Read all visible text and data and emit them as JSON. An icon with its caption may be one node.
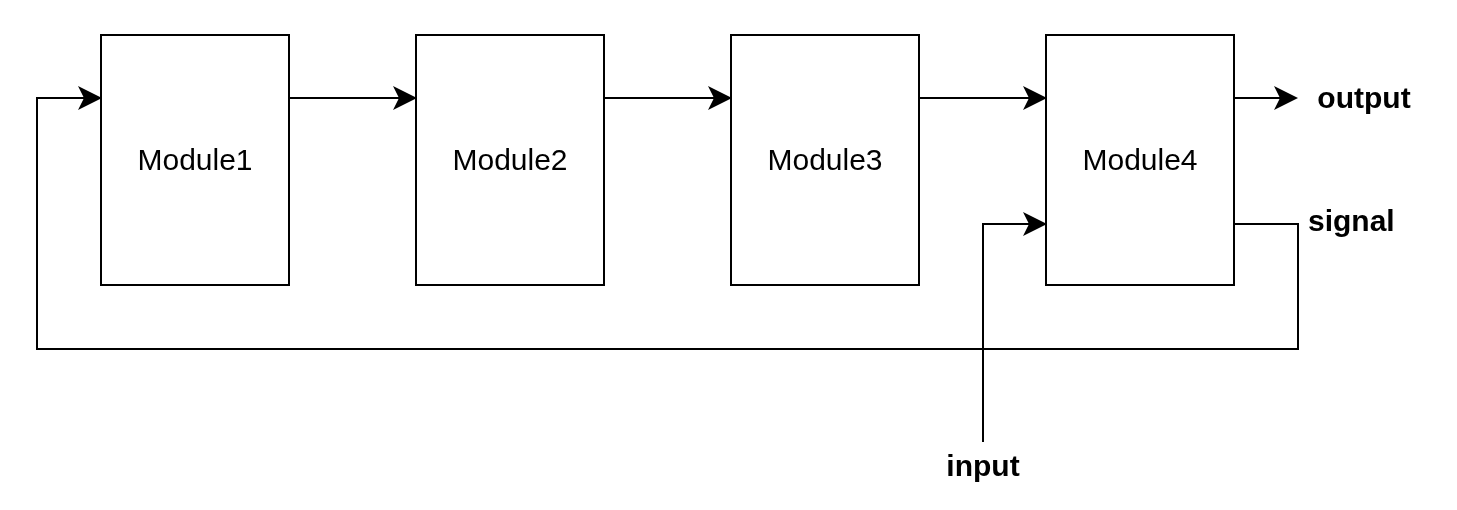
{
  "diagram": {
    "nodes": [
      {
        "text": [
          "Module1"
        ]
      },
      {
        "text": [
          "Module2"
        ]
      },
      {
        "text": [
          "Module3"
        ]
      },
      {
        "text": [
          "Module4"
        ]
      },
      {
        "text": [
          "output"
        ]
      },
      {
        "text": [
          "input"
        ]
      }
    ],
    "edges": [
      {
        "from": 0,
        "to": 1,
        "arrow": "to"
      },
      {
        "from": 1,
        "to": 2,
        "arrow": "to"
      },
      {
        "from": 2,
        "to": 3,
        "arrow": "to"
      },
      {
        "from": 3,
        "to": 4,
        "arrow": "to"
      },
      {
        "from": 3,
        "to": 0,
        "arrow": "to",
        "label": "signal"
      },
      {
        "from": 5,
        "to": 3,
        "arrow": "to"
      }
    ]
  }
}
